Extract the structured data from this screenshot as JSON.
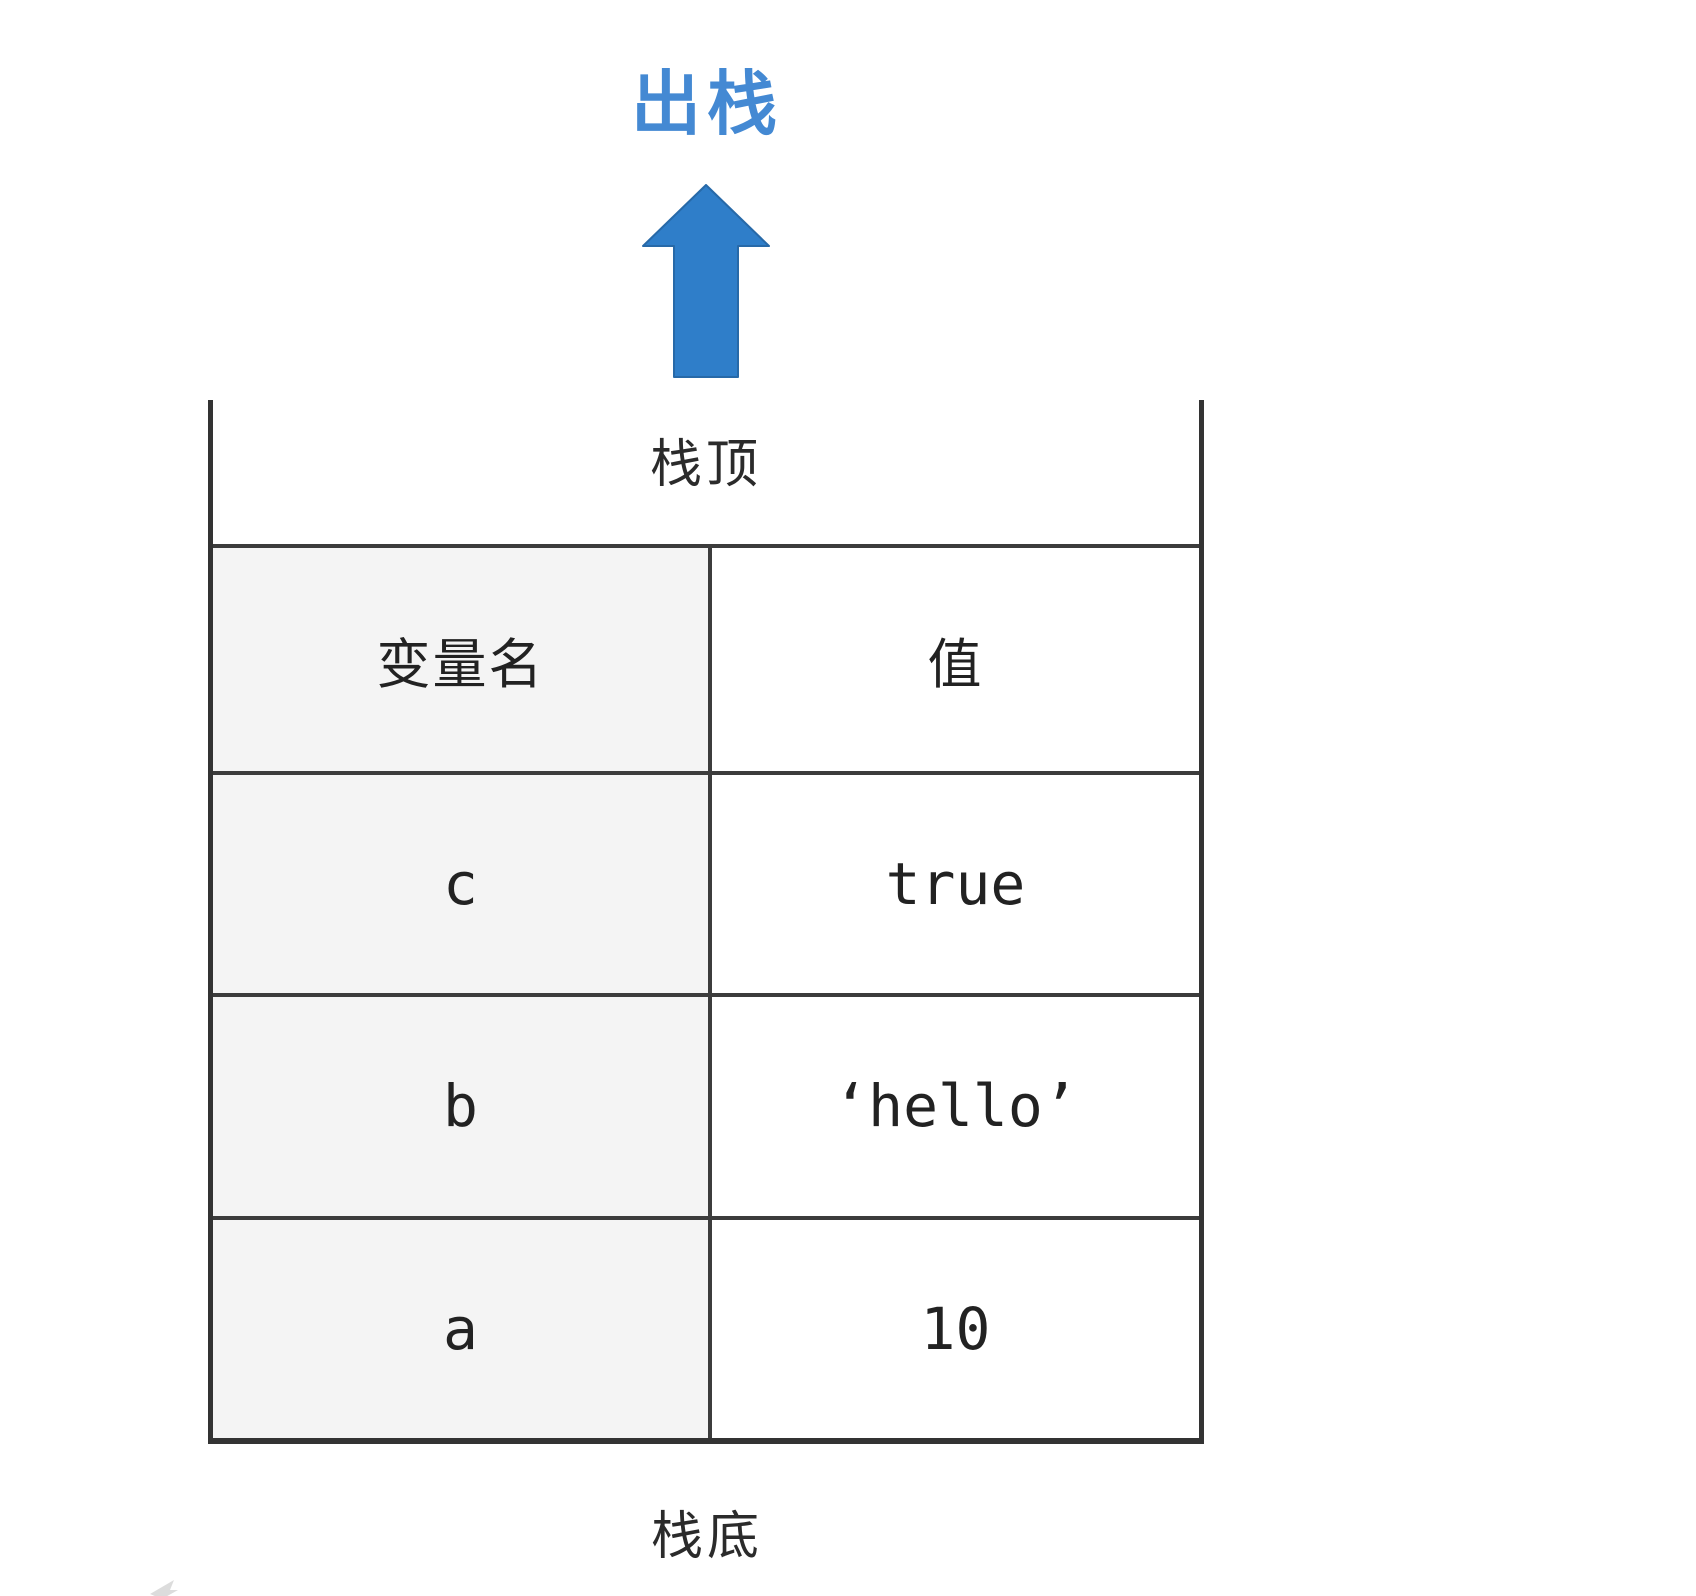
{
  "labels": {
    "pop": "出栈",
    "stack_top": "栈顶",
    "stack_bottom": "栈底"
  },
  "table": {
    "headers": {
      "name": "变量名",
      "value": "值"
    },
    "rows": [
      {
        "name": "c",
        "value": "true"
      },
      {
        "name": "b",
        "value": "‘hello’"
      },
      {
        "name": "a",
        "value": "10"
      }
    ]
  },
  "colors": {
    "accent_blue_text": "#4489d3",
    "arrow_blue": "#2f7ec9",
    "arrow_edge": "#2769a8",
    "border_dark": "#3c3c3c",
    "wall_dark": "#333333",
    "name_cell_gray": "#f4f4f4",
    "artifact_gray": "#d9d9d9"
  },
  "icons": {
    "arrow": "up-arrow-icon"
  }
}
